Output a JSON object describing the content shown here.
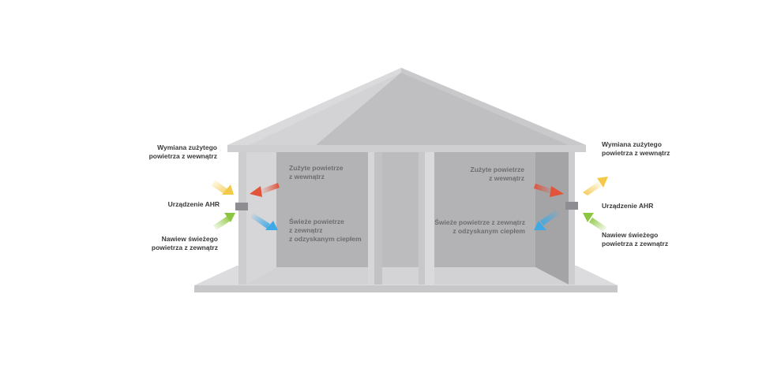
{
  "left_side": {
    "exhaust_label": [
      "Wymiana zużytego",
      "powietrza z wewnątrz"
    ],
    "device_label": "Urządzenie AHR",
    "supply_label": [
      "Nawiew świeżego",
      "powietrza z zewnątrz"
    ],
    "inside_stale": [
      "Zużyte powietrze",
      "z wewnątrz"
    ],
    "inside_fresh": [
      "Świeże powietrze",
      "z zewnątrz",
      "z odzyskanym ciepłem"
    ]
  },
  "right_side": {
    "exhaust_label": [
      "Wymiana zużytego",
      "powietrza z wewnątrz"
    ],
    "device_label": "Urządzenie AHR",
    "supply_label": [
      "Nawiew świeżego",
      "powietrza z zewnątrz"
    ],
    "inside_stale": [
      "Zużyte powietrze",
      "z wewnątrz"
    ],
    "inside_fresh": [
      "Świeże powietrze z zewnątrz",
      "z odzyskanym ciepłem"
    ]
  },
  "colors": {
    "exhaust_arrow": "#f3c94a",
    "stale_arrow": "#e2533a",
    "fresh_arrow": "#3fa9e6",
    "supply_arrow": "#8cc640",
    "wall_light": "#d9d9db",
    "wall_mid": "#bdbdc0",
    "wall_dark": "#a7a7aa"
  }
}
